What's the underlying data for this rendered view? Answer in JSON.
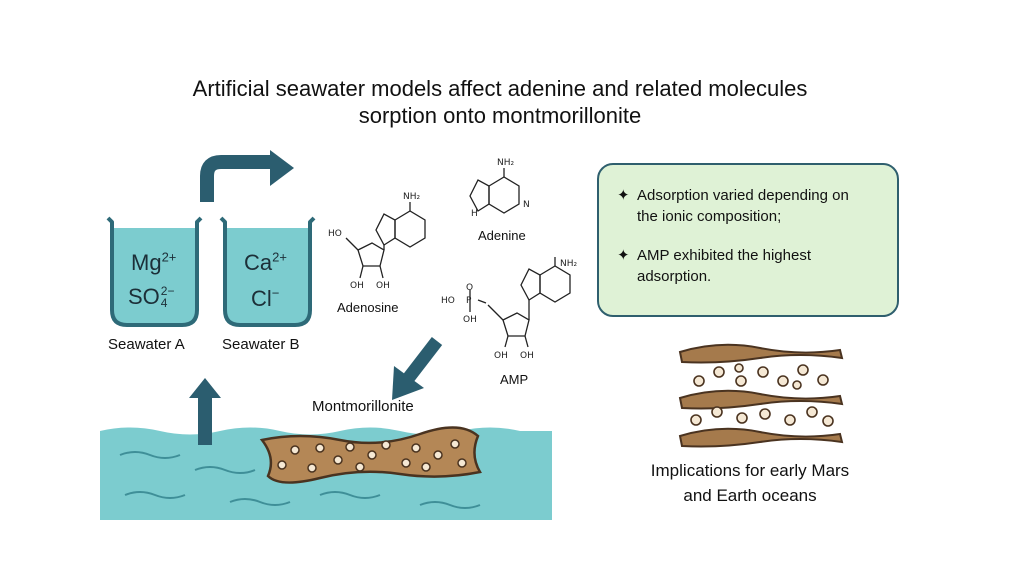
{
  "title": {
    "line1": "Artificial seawater models affect adenine and related molecules",
    "line2": "sorption onto montmorillonite"
  },
  "beakers": [
    {
      "label": "Seawater A",
      "cation": "Mg",
      "cation_charge": "2+",
      "anion": "SO",
      "anion_sub": "4",
      "anion_charge": "2−"
    },
    {
      "label": "Seawater B",
      "cation": "Ca",
      "cation_charge": "2+",
      "anion": "Cl",
      "anion_charge": "−"
    }
  ],
  "molecules": {
    "adenine": "Adenine",
    "adenosine": "Adenosine",
    "amp": "AMP",
    "atoms": {
      "nh2": "NH₂",
      "n": "N",
      "h": "H",
      "oh": "OH",
      "o": "O",
      "p": "P",
      "ho": "HO"
    }
  },
  "montmorillonite_label": "Montmorillonite",
  "findings": {
    "bullet_symbol": "✦",
    "items": [
      "Adsorption varied depending on the ionic composition;",
      "AMP exhibited the highest adsorption."
    ]
  },
  "implications": {
    "line1": "Implications for early Mars",
    "line2": "and Earth oceans"
  },
  "colors": {
    "water": "#7ccccf",
    "beaker_outline": "#2e6a78",
    "arrow": "#2b5d6f",
    "clay": "#b48756",
    "clay_outline": "#4a3320",
    "pellet": "#f5e8d4",
    "box_fill": "#dff2d6",
    "box_border": "#2f5f6e"
  }
}
